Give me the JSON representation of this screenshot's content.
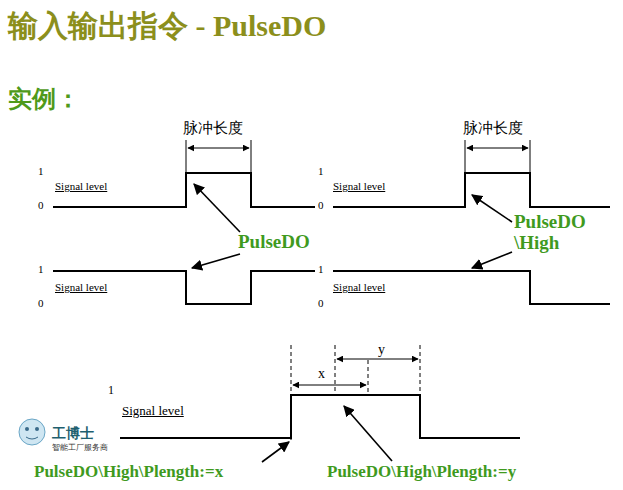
{
  "diagram": {
    "title": "输入输出指令 - PulseDO",
    "labels": [
      "实例：",
      "脉冲长度",
      "1",
      "0",
      "Signal level",
      "1",
      "0",
      "Signal level",
      "脉冲长度",
      "PulseDO \\High",
      "PulseDO",
      "1",
      "0",
      "Signal level",
      "1",
      "0",
      "Signal level",
      "1",
      "Signal level",
      "x",
      "y",
      "PulseDO\\High\\Plength:=x",
      "PulseDO\\High\\Plength:=y",
      "工博士",
      "智能工厂服务商"
    ]
  }
}
